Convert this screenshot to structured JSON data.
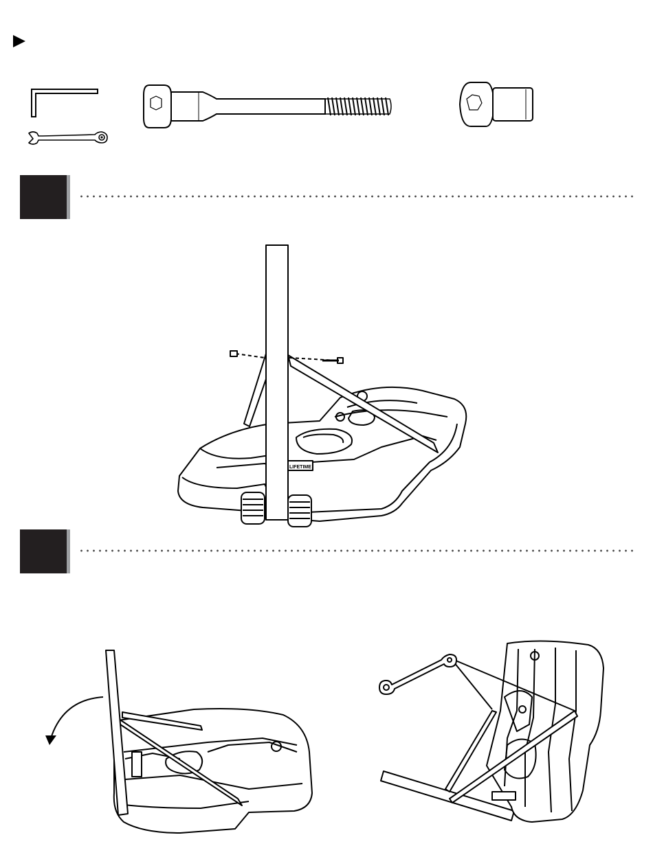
{
  "page": {
    "marker_icon": "play-triangle-icon"
  },
  "hardware": {
    "tools": [
      "hex-key-icon",
      "wrench-icon"
    ],
    "bolt": "long-socket-bolt",
    "nut": "barrel-nut"
  },
  "steps": [
    {
      "id": "step-1",
      "number": "",
      "illustration": "pole-base-bolt-insertion"
    },
    {
      "id": "step-2",
      "number": "",
      "illustration": "tilt-and-tighten"
    }
  ],
  "brand_plate": {
    "text": "LIFETIME"
  },
  "colors": {
    "step_block": "#231f20",
    "step_shade": "#9d9fa2",
    "line": "#000000"
  }
}
